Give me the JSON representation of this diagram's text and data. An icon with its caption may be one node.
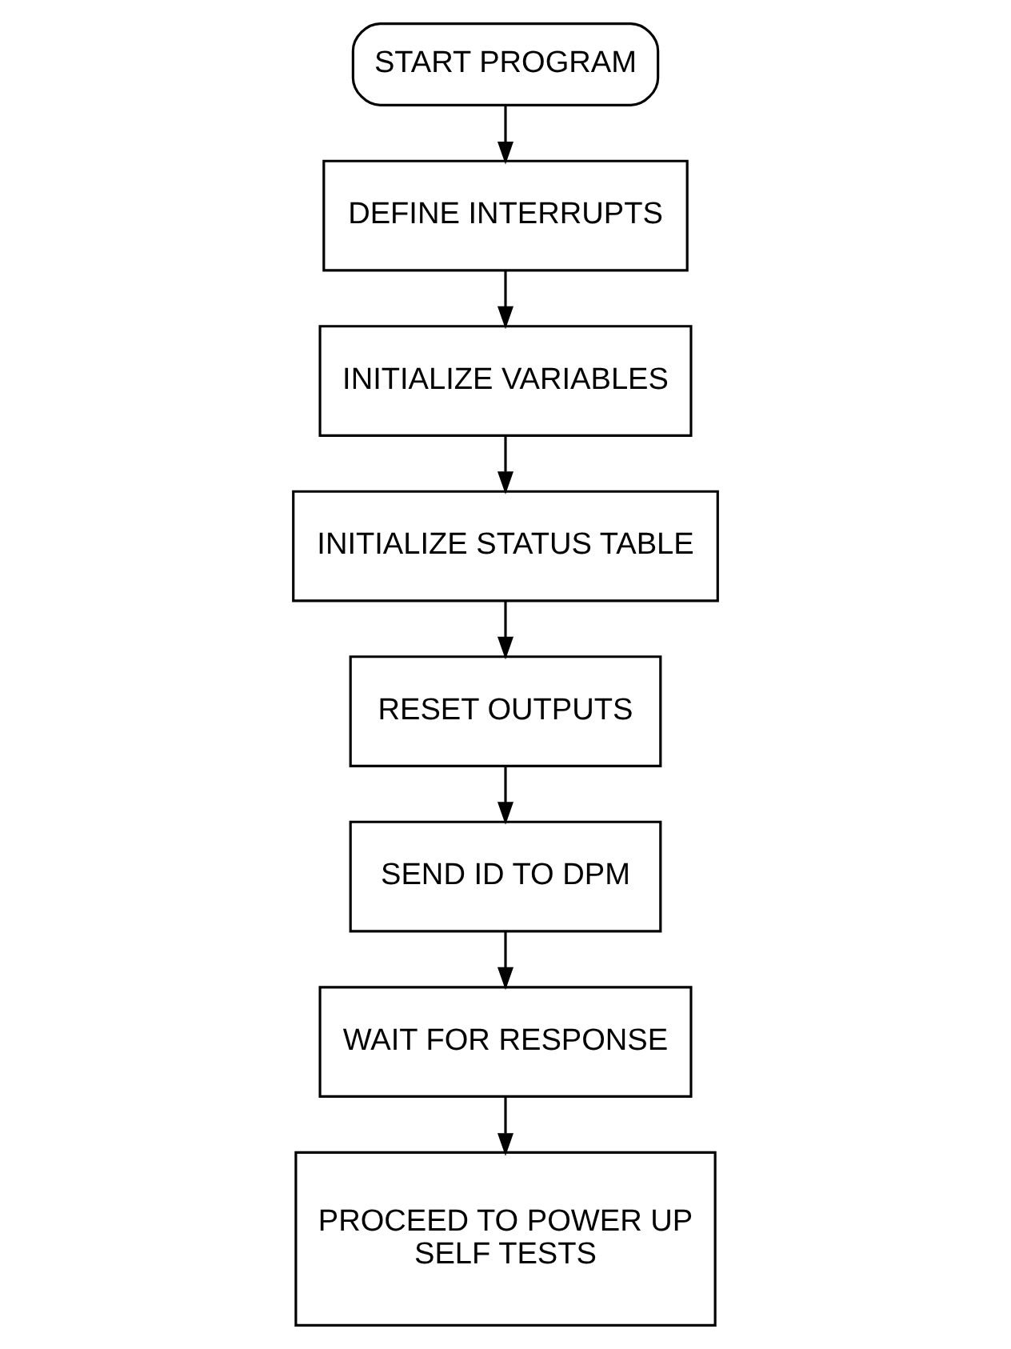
{
  "diagram": {
    "nodes": [
      {
        "text": [
          "START PROGRAM"
        ]
      },
      {
        "text": [
          "DEFINE INTERRUPTS"
        ]
      },
      {
        "text": [
          "INITIALIZE VARIABLES"
        ]
      },
      {
        "text": [
          "INITIALIZE STATUS TABLE"
        ]
      },
      {
        "text": [
          "RESET OUTPUTS"
        ]
      },
      {
        "text": [
          "SEND ID TO DPM"
        ]
      },
      {
        "text": [
          "WAIT FOR RESPONSE"
        ]
      },
      {
        "text": [
          "PROCEED TO POWER UP SELF TESTS"
        ]
      }
    ],
    "edges": [
      {
        "from": 0,
        "to": 1,
        "arrow": "to"
      },
      {
        "from": 1,
        "to": 2,
        "arrow": "to"
      },
      {
        "from": 2,
        "to": 3,
        "arrow": "to"
      },
      {
        "from": 3,
        "to": 4,
        "arrow": "to"
      },
      {
        "from": 4,
        "to": 5,
        "arrow": "to"
      },
      {
        "from": 5,
        "to": 6,
        "arrow": "to"
      },
      {
        "from": 6,
        "to": 7,
        "arrow": "to"
      }
    ]
  }
}
